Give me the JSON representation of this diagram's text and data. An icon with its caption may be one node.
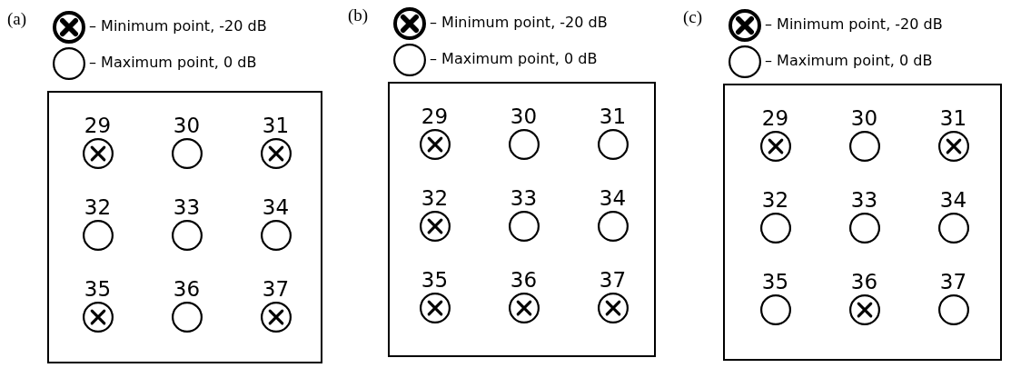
{
  "diagram": {
    "nodes": [
      {
        "text": [],
        "shape": "box"
      },
      {
        "text": [],
        "shape": "crossed-circle",
        "beside": [
          "29"
        ],
        "in": 0
      },
      {
        "text": [],
        "shape": "circle",
        "beside": [
          "30"
        ],
        "in": 0
      },
      {
        "text": [],
        "shape": "crossed-circle",
        "beside": [
          "31"
        ],
        "in": 0
      },
      {
        "text": [],
        "shape": "circle",
        "beside": [
          "32"
        ],
        "in": 0
      },
      {
        "text": [],
        "shape": "circle",
        "beside": [
          "33"
        ],
        "in": 0
      },
      {
        "text": [],
        "shape": "circle",
        "beside": [
          "34"
        ],
        "in": 0
      },
      {
        "text": [],
        "shape": "crossed-circle",
        "beside": [
          "35"
        ],
        "in": 0
      },
      {
        "text": [],
        "shape": "circle",
        "beside": [
          "36"
        ],
        "in": 0
      },
      {
        "text": [],
        "shape": "crossed-circle",
        "beside": [
          "37"
        ],
        "in": 0
      },
      {
        "text": [],
        "shape": "box"
      },
      {
        "text": [],
        "shape": "crossed-circle",
        "beside": [
          "29"
        ],
        "in": 10
      },
      {
        "text": [],
        "shape": "circle",
        "beside": [
          "30"
        ],
        "in": 10
      },
      {
        "text": [],
        "shape": "circle",
        "beside": [
          "31"
        ],
        "in": 10
      },
      {
        "text": [],
        "shape": "crossed-circle",
        "beside": [
          "32"
        ],
        "in": 10
      },
      {
        "text": [],
        "shape": "circle",
        "beside": [
          "33"
        ],
        "in": 10
      },
      {
        "text": [],
        "shape": "circle",
        "beside": [
          "34"
        ],
        "in": 10
      },
      {
        "text": [],
        "shape": "crossed-circle",
        "beside": [
          "35"
        ],
        "in": 10
      },
      {
        "text": [],
        "shape": "crossed-circle",
        "beside": [
          "36"
        ],
        "in": 10
      },
      {
        "text": [],
        "shape": "crossed-circle",
        "beside": [
          "37"
        ],
        "in": 10
      },
      {
        "text": [],
        "shape": "box"
      },
      {
        "text": [],
        "shape": "crossed-circle",
        "beside": [
          "29"
        ],
        "in": 20
      },
      {
        "text": [],
        "shape": "circle",
        "beside": [
          "30"
        ],
        "in": 20
      },
      {
        "text": [],
        "shape": "crossed-circle",
        "beside": [
          "31"
        ],
        "in": 20
      },
      {
        "text": [],
        "shape": "circle",
        "beside": [
          "32"
        ],
        "in": 20
      },
      {
        "text": [],
        "shape": "circle",
        "beside": [
          "33"
        ],
        "in": 20
      },
      {
        "text": [],
        "shape": "circle",
        "beside": [
          "34"
        ],
        "in": 20
      },
      {
        "text": [],
        "shape": "circle",
        "beside": [
          "35"
        ],
        "in": 20
      },
      {
        "text": [],
        "shape": "crossed-circle",
        "beside": [
          "36"
        ],
        "in": 20
      },
      {
        "text": [],
        "shape": "circle",
        "beside": [
          "37"
        ],
        "in": 20
      }
    ],
    "labels": [
      "(a)",
      "(b)",
      "(c)"
    ],
    "legend": [
      {
        "text": "– Minimum point, -20 dB"
      },
      {
        "text": "– Maximum point, 0 dB"
      },
      {
        "text": "– Minimum point, -20 dB"
      },
      {
        "text": "– Maximum point, 0 dB"
      },
      {
        "text": "– Minimum point, -20 dB"
      },
      {
        "text": "– Maximum point, 0 dB"
      }
    ]
  }
}
